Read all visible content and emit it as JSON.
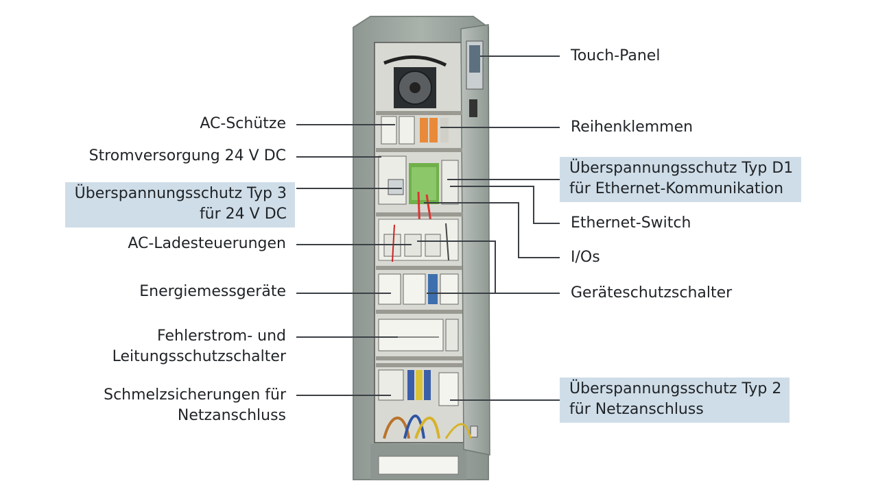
{
  "labels": {
    "ac_schuetze": [
      "AC-Schütze"
    ],
    "stromversorgung": [
      "Stromversorgung 24 V DC"
    ],
    "ueberspannung_typ3": [
      "Überspannungsschutz Typ 3",
      "für 24 V DC"
    ],
    "ac_ladesteuerungen": [
      "AC-Ladesteuerungen"
    ],
    "energiemessgeraete": [
      "Energiemessgeräte"
    ],
    "fehlerstrom": [
      "Fehlerstrom- und",
      "Leitungsschutzschalter"
    ],
    "schmelzsicherungen": [
      "Schmelzsicherungen für",
      "Netzanschluss"
    ],
    "touch_panel": [
      "Touch-Panel"
    ],
    "reihenklemmen": [
      "Reihenklemmen"
    ],
    "ueberspannung_d1": [
      "Überspannungsschutz Typ D1",
      "für Ethernet-Kommunikation"
    ],
    "ethernet_switch": [
      "Ethernet-Switch"
    ],
    "ios": [
      "I/Os"
    ],
    "geraeteschutzschalter": [
      "Geräteschutzschalter"
    ],
    "ueberspannung_typ2": [
      "Überspannungsschutz Typ 2",
      "für Netzanschluss"
    ]
  },
  "colors": {
    "highlight": "#cfdde8",
    "leader": "#3a3f44",
    "cabinet": "#9aa39d",
    "interior": "#e6e6e1"
  }
}
